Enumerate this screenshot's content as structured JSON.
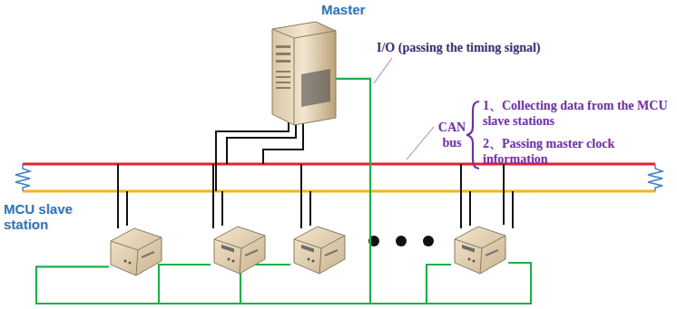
{
  "diagram": {
    "nodes": [
      {
        "text": [
          "Master"
        ]
      },
      {
        "text": [
          "MCU slave station"
        ]
      }
    ],
    "edges": [
      {
        "from": 0,
        "to": 1,
        "arrow": "none"
      }
    ],
    "labels": [
      "I/O (passing the timing signal)",
      "CAN bus",
      "1、Collecting data from the MCU slave stations",
      "2、Passing master clock information"
    ]
  }
}
